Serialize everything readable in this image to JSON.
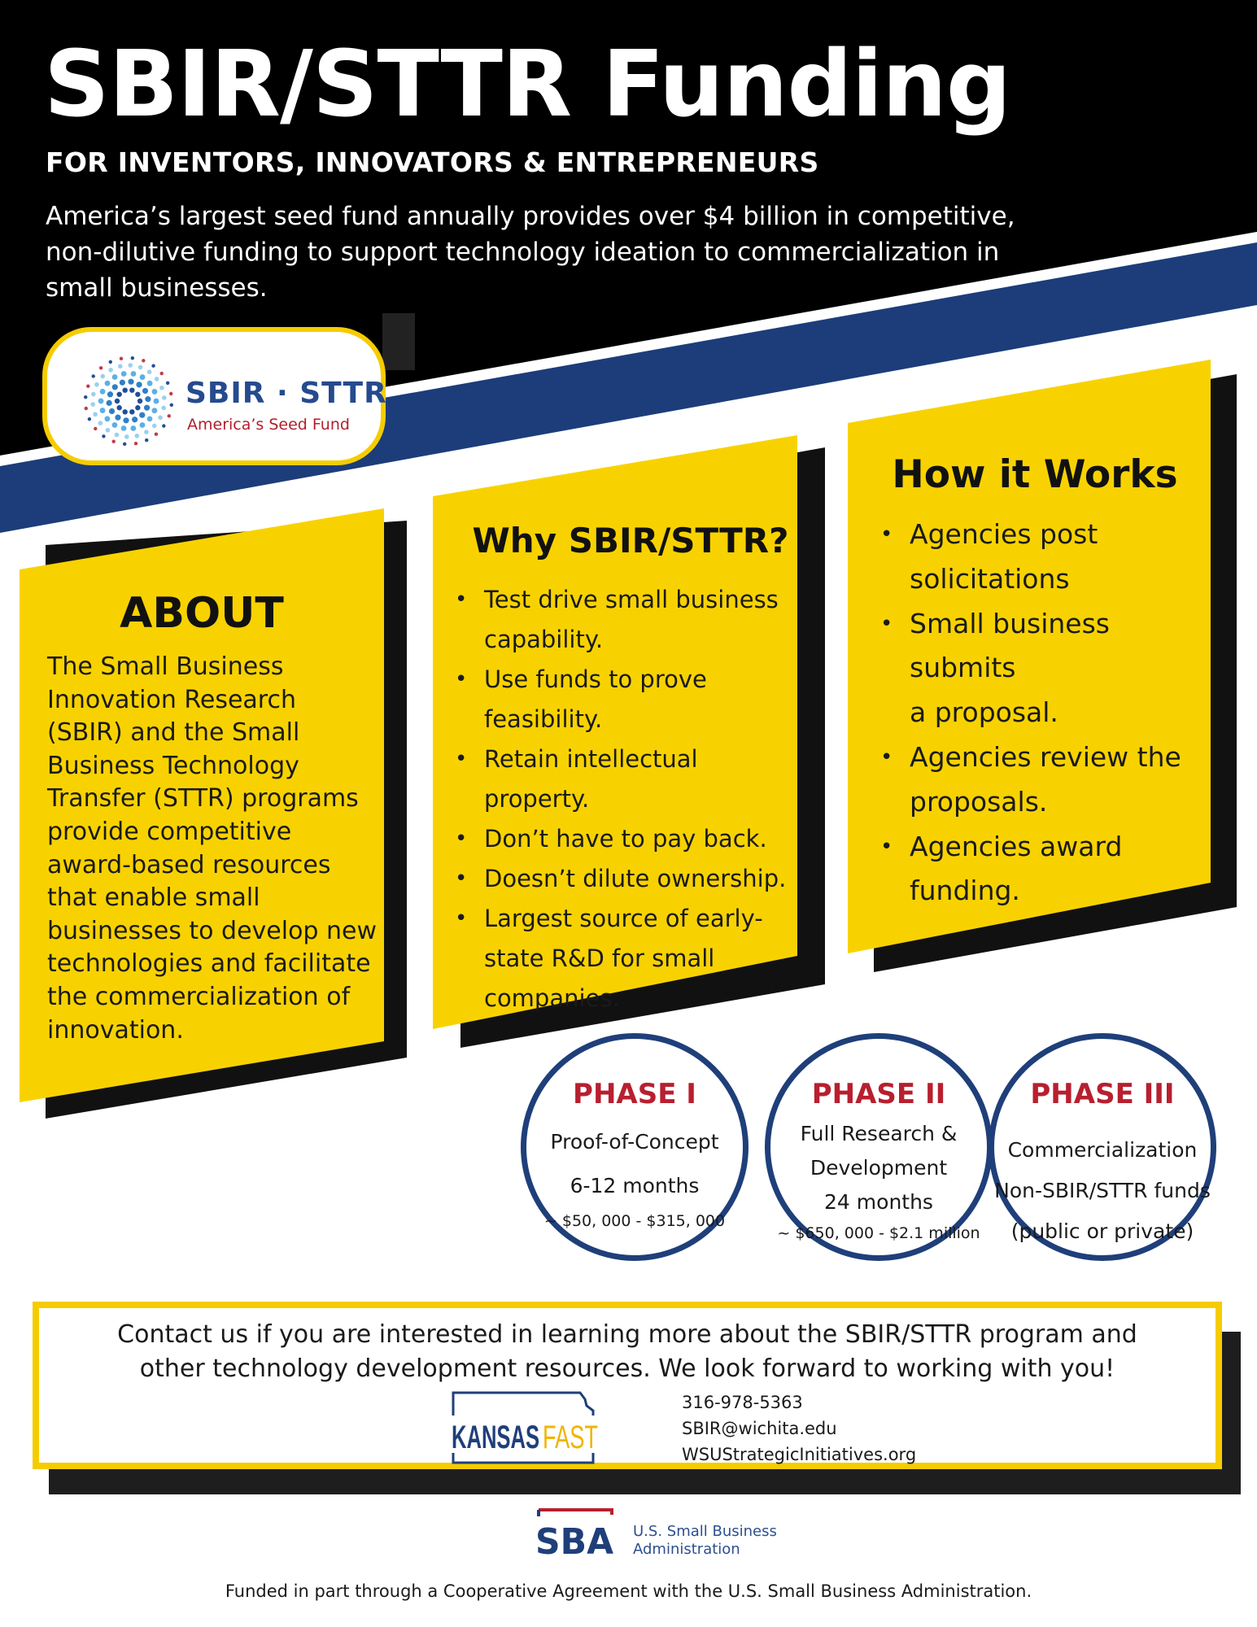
{
  "header": {
    "title": "SBIR/STTR Funding",
    "subtitle": "FOR INVENTORS, INNOVATORS & ENTREPRENEURS",
    "intro_lines": [
      "America’s largest seed fund annually provides over $4 billion in competitive,",
      "non-dilutive funding to support technology ideation to commercialization in",
      "small businesses."
    ]
  },
  "logo": {
    "main": "SBIR · STTR",
    "sub": "America’s Seed Fund"
  },
  "about": {
    "heading": "ABOUT",
    "lines": [
      "The Small Business",
      "Innovation Research",
      "(SBIR) and the Small",
      "Business Technology",
      "Transfer (STTR) programs",
      "provide competitive",
      "award-based resources",
      "that enable small",
      "businesses to develop new",
      "technologies and facilitate",
      "the commercialization of",
      "innovation."
    ]
  },
  "why": {
    "heading": "Why SBIR/STTR?",
    "items": [
      [
        "Test drive small business",
        "capability."
      ],
      [
        "Use funds to prove",
        "feasibility."
      ],
      [
        "Retain intellectual property."
      ],
      [
        "Don’t have to pay back."
      ],
      [
        "Doesn’t dilute ownership."
      ],
      [
        "Largest source of early-",
        "state R&D for small",
        "companies."
      ]
    ]
  },
  "how": {
    "heading": "How it Works",
    "items": [
      [
        "Agencies post",
        "solicitations"
      ],
      [
        "Small business submits",
        "a proposal."
      ],
      [
        "Agencies review the",
        "proposals."
      ],
      [
        "Agencies award",
        "funding."
      ]
    ]
  },
  "phases": [
    {
      "title": "PHASE I",
      "line1": "Proof-of-Concept",
      "line2": "6-12 months",
      "amount": "~ $50, 000 - $315, 000"
    },
    {
      "title": "PHASE II",
      "line1": "Full Research &",
      "line1b": "Development",
      "line2": "24 months",
      "amount": "~ $650, 000 - $2.1 million"
    },
    {
      "title": "PHASE III",
      "line1": "Commercialization",
      "line2": "Non-SBIR/STTR funds",
      "line3": "(public or private)"
    }
  ],
  "contact": {
    "line1": "Contact us if you are interested in learning more about the SBIR/STTR program and",
    "line2": "other technology development resources. We look forward to working with you!",
    "kansas_word1": "KANSAS",
    "kansas_word2": "FAST",
    "phone": "316-978-5363",
    "email": "SBIR@wichita.edu",
    "website": "WSUStrategicInitiatives.org"
  },
  "footer": {
    "sba_letters": "SBA",
    "sba_name_line1": "U.S. Small Business",
    "sba_name_line2": "Administration",
    "note": "Funded in part through a Cooperative Agreement with the U.S. Small Business Administration."
  },
  "colors": {
    "black": "#000000",
    "navy": "#1c3d7a",
    "yellow": "#f8d200",
    "red": "#b81f2f",
    "circle_border": "#1f3f7a"
  }
}
